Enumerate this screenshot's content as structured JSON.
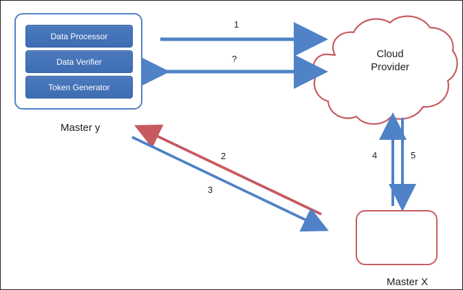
{
  "diagram": {
    "master_y": {
      "label": "Master y",
      "modules": [
        {
          "label": "Data Processor"
        },
        {
          "label": "Data Verifier"
        },
        {
          "label": "Token Generator"
        }
      ]
    },
    "cloud_provider": {
      "label": "Cloud\nProvider"
    },
    "master_x": {
      "label": "Master X"
    },
    "arrows": {
      "top_forward": {
        "label": "1"
      },
      "top_bidirectional": {
        "label": "?"
      },
      "diagonal_red": {
        "label": "2"
      },
      "diagonal_blue": {
        "label": "3"
      },
      "vertical_up": {
        "label": "4"
      },
      "vertical_down": {
        "label": "5"
      }
    },
    "colors": {
      "blue": "#4f82c7",
      "blue_dark": "#2f5d9f",
      "red": "#c65a5f"
    }
  }
}
